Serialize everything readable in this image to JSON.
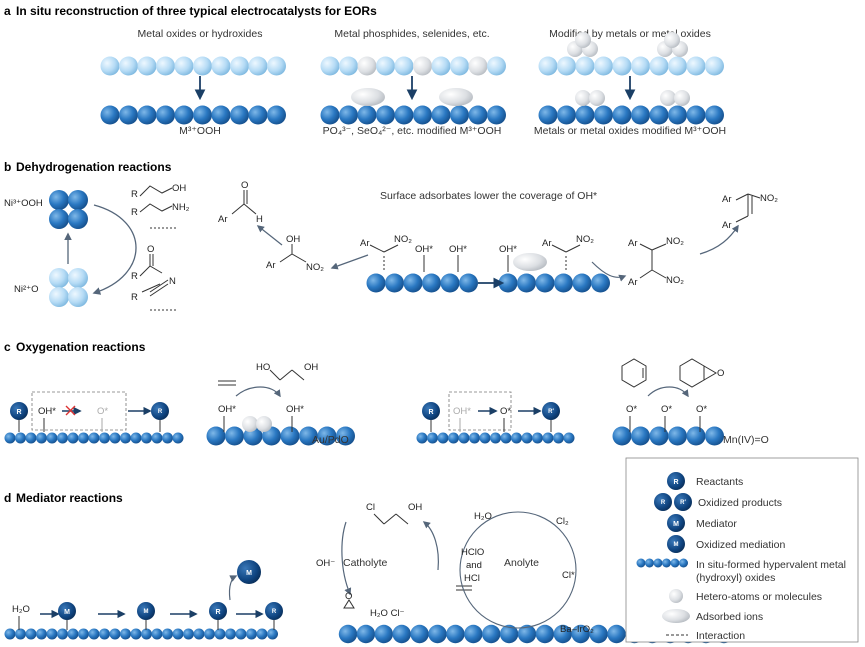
{
  "sections": {
    "a": {
      "letter": "a",
      "title": "In situ reconstruction of three typical electrocatalysts for EORs",
      "col1_top": "Metal oxides or hydroxides",
      "col2_top": "Metal phosphides, selenides, etc.",
      "col3_top": "Modified by metals or metal oxides",
      "col1_bottom": "M³⁺OOH",
      "col2_bottom": "PO₄³⁻, SeO₄²⁻, etc. modified M³⁺OOH",
      "col3_bottom": "Metals or metal oxides modified M³⁺OOH"
    },
    "b": {
      "letter": "b",
      "title": "Dehydrogenation reactions",
      "ni3": "Ni³⁺OOH",
      "ni2": "Ni²⁺O",
      "note": "Surface adsorbates lower the coverage of OH*",
      "r": "R",
      "ar": "Ar",
      "oh": "OH",
      "nh2": "NH₂",
      "o": "O",
      "h": "H",
      "n": "N",
      "no2": "NO₂",
      "oh_star": "OH*"
    },
    "c": {
      "letter": "c",
      "title": "Oxygenation reactions",
      "oh_star": "OH*",
      "o_star": "O*",
      "r": "R",
      "rox": "R",
      "rox_sub": "ox",
      "rpox": "R′",
      "rpox_sub": "ox",
      "aupdo": "Au/PdO",
      "mnivo": "Mn(IV)=O",
      "ho": "HO",
      "oh": "OH",
      "ep_o": "O"
    },
    "d": {
      "letter": "d",
      "title": "Mediator reactions",
      "h2o": "H₂O",
      "m": "M",
      "mox": "M",
      "mox_sub": "ox",
      "r": "R",
      "rox": "R",
      "rox_sub": "ox",
      "cl": "Cl",
      "oh": "OH",
      "oh_minus": "OH⁻",
      "catholyte": "Catholyte",
      "anolyte": "Anolyte",
      "h2o_cl": "H₂O  Cl⁻",
      "hclo": "HClO",
      "and": "and",
      "hcl": "HCl",
      "h2o_2": "H₂O",
      "cl2": "Cl₂",
      "cl_star": "Cl*",
      "bairo2": "Ba–IrO₂",
      "ep_o": "O"
    }
  },
  "legend": {
    "reactants": "Reactants",
    "oxidized_products": "Oxidized products",
    "mediator": "Mediator",
    "oxidized_mediation": "Oxidized mediation",
    "hypervalent_1": "In situ-formed hypervalent metal",
    "hypervalent_2": "(hydroxyl) oxides",
    "hetero": "Hetero-atoms or molecules",
    "adsorbed": "Adsorbed ions",
    "interaction": "Interaction",
    "r": "R",
    "rox": "R",
    "rox_sub": "ox",
    "rp": "R′",
    "rp_sub": "ox",
    "m": "M",
    "mox": "M",
    "mox_sub": "ox"
  },
  "colors": {
    "dark_blue": "#1e6cb5",
    "light_blue": "#a9d4f2",
    "grey": "#d6d9dd",
    "navy": "#0e3f78",
    "arrow": "#1b3f66",
    "red": "#d33"
  }
}
